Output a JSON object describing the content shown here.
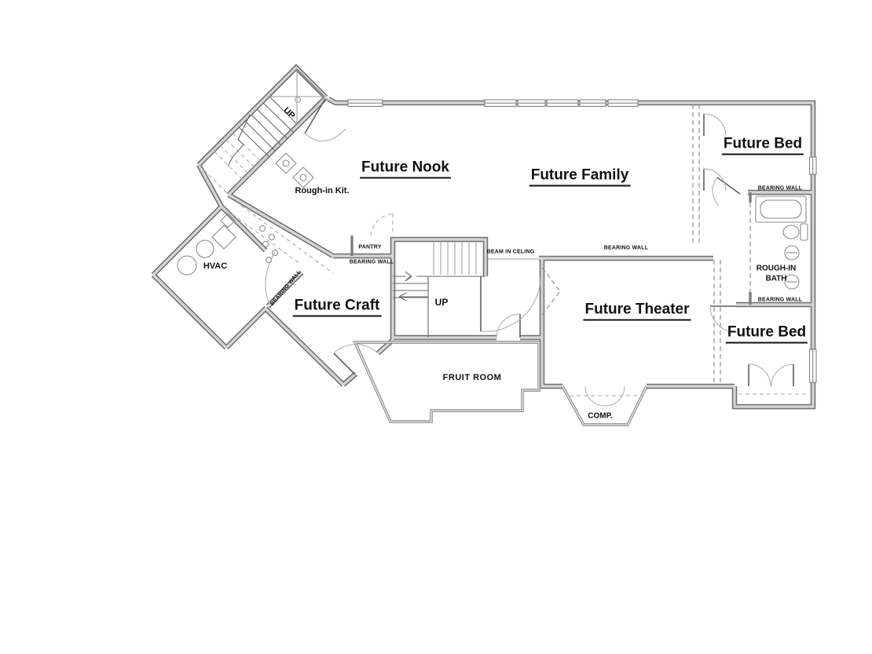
{
  "plan": {
    "room_labels": [
      {
        "id": "future-nook",
        "text": "Future Nook"
      },
      {
        "id": "future-family",
        "text": "Future Family"
      },
      {
        "id": "future-bed-top",
        "text": "Future Bed"
      },
      {
        "id": "future-craft",
        "text": "Future Craft"
      },
      {
        "id": "future-theater",
        "text": "Future Theater"
      },
      {
        "id": "future-bed-bottom",
        "text": "Future Bed"
      }
    ],
    "area_labels": {
      "hvac": "HVAC",
      "rough_in_kitchen": "Rough-in Kit.",
      "rough_in_bath": "ROUGH-IN BATH",
      "pantry": "PANTRY",
      "fruit_room": "FRUIT ROOM",
      "comp": "COMP.",
      "up_corner_stairs": "UP",
      "up_center_stairs": "UP"
    },
    "annotations": {
      "bearing_wall": "BEARING WALL",
      "beam_in_ceiling": "BEAM IN CELING"
    },
    "colors": {
      "background": "#ffffff",
      "wall_gray": "#6f6f6f",
      "wall_fill": "#d4d4d4",
      "text_black": "#111111"
    }
  }
}
